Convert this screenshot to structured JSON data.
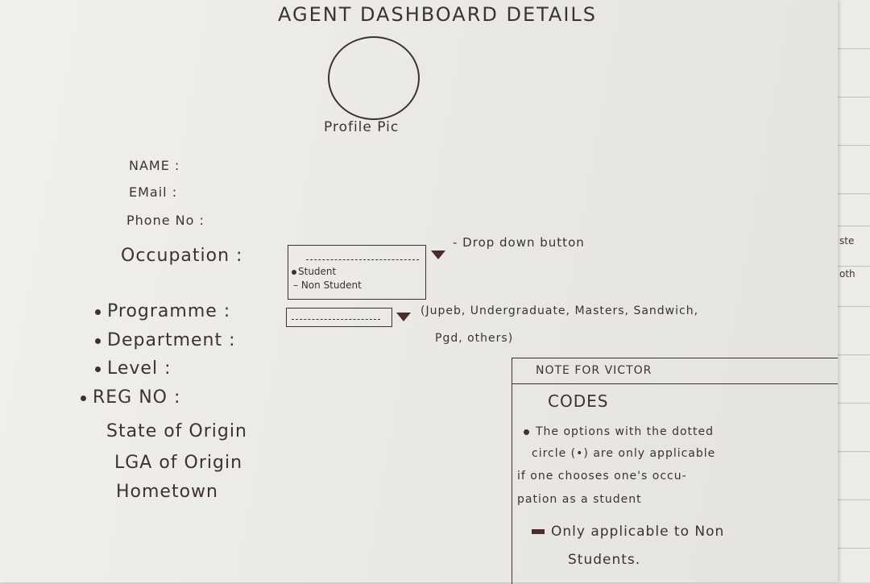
{
  "title": "AGENT DASHBOARD DETAILS",
  "profile": {
    "label": "Profile Pic"
  },
  "fields": {
    "name": "NAME :",
    "email": "EMail :",
    "phone": "Phone No :",
    "occupation": "Occupation :",
    "programme": "Programme :",
    "department": "Department :",
    "level": "Level :",
    "reg_no": "REG NO :",
    "state_of_origin": "State of Origin",
    "lga_of_origin": "LGA of Origin",
    "hometown": "Hometown"
  },
  "occupation_dropdown": {
    "options": [
      "Student",
      "Non Student"
    ],
    "annotation": "- Drop down button"
  },
  "programme_dropdown": {
    "note_line1": "(Jupeb, Undergraduate, Masters, Sandwich,",
    "note_line2": "Pgd, others)"
  },
  "note": {
    "heading": "NOTE FOR VICTOR",
    "subheading": "CODES",
    "student_rule_line1": "The options with the dotted",
    "student_rule_line2": "circle (•) are only applicable",
    "student_rule_line3": "if one chooses one's occu-",
    "student_rule_line4": "pation as a student",
    "nonstudent_rule_line1": "Only applicable to Non",
    "nonstudent_rule_line2": "Students."
  },
  "margin_notes": [
    "ste",
    "oth"
  ]
}
